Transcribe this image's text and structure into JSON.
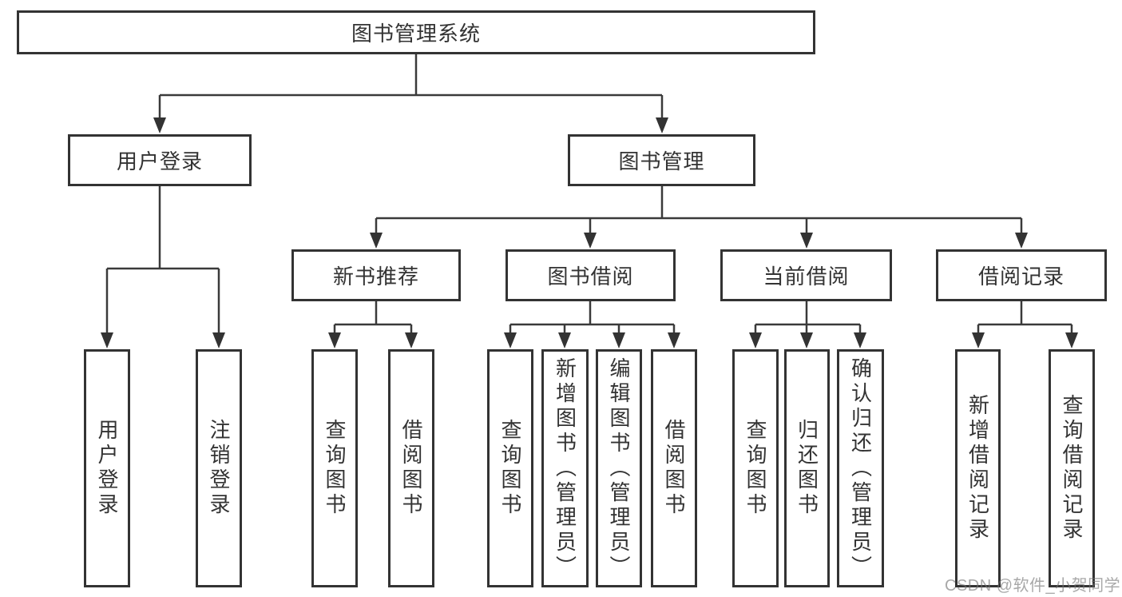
{
  "diagram": {
    "title": "图书管理系统",
    "root": {
      "label": "图书管理系统"
    },
    "level2": [
      {
        "label": "用户登录"
      },
      {
        "label": "图书管理"
      }
    ],
    "level3": [
      {
        "label": "新书推荐",
        "parent": "图书管理"
      },
      {
        "label": "图书借阅",
        "parent": "图书管理"
      },
      {
        "label": "当前借阅",
        "parent": "图书管理"
      },
      {
        "label": "借阅记录",
        "parent": "图书管理"
      }
    ],
    "leaves": [
      {
        "label": "用户登录",
        "parent": "用户登录"
      },
      {
        "label": "注销登录",
        "parent": "用户登录"
      },
      {
        "label": "查询图书",
        "parent": "新书推荐"
      },
      {
        "label": "借阅图书",
        "parent": "新书推荐"
      },
      {
        "label": "查询图书",
        "parent": "图书借阅"
      },
      {
        "label": "新增图书（管理员）",
        "parent": "图书借阅"
      },
      {
        "label": "编辑图书（管理员）",
        "parent": "图书借阅"
      },
      {
        "label": "借阅图书",
        "parent": "图书借阅"
      },
      {
        "label": "查询图书",
        "parent": "当前借阅"
      },
      {
        "label": "归还图书",
        "parent": "当前借阅"
      },
      {
        "label": "确认归还（管理员）",
        "parent": "当前借阅"
      },
      {
        "label": "新增借阅记录",
        "parent": "借阅记录"
      },
      {
        "label": "查询借阅记录",
        "parent": "借阅记录"
      }
    ]
  },
  "watermark": {
    "text": "CSDN @软件_小贺同学"
  },
  "colors": {
    "line": "#3a3a3a",
    "border": "#333333",
    "text": "#333333",
    "watermark": "#737373",
    "background": "#ffffff"
  }
}
